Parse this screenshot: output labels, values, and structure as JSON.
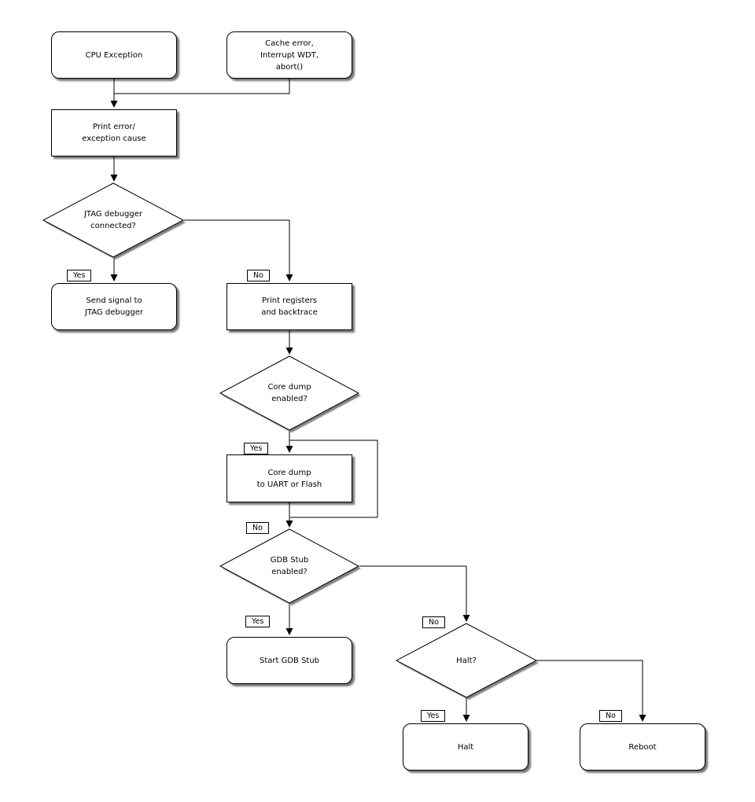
{
  "diagram": {
    "background_color": "#ffffff",
    "line_color": "#000000",
    "shadow_color": "#808080",
    "node_fill": "#ffffff"
  },
  "nodes": {
    "cpu_exception": {
      "label": "CPU Exception",
      "shape": "rounded"
    },
    "cache_error": {
      "label": "Cache error,\nInterrupt WDT,\nabort()",
      "shape": "rounded"
    },
    "print_error": {
      "label": "Print error/\nexception cause",
      "shape": "rect"
    },
    "jtag_connected": {
      "label": "JTAG debugger\nconnected?",
      "shape": "diamond"
    },
    "send_signal": {
      "label": "Send signal to\nJTAG debugger",
      "shape": "rounded"
    },
    "print_registers": {
      "label": "Print registers\nand backtrace",
      "shape": "rect"
    },
    "core_dump_enabled": {
      "label": "Core dump\nenabled?",
      "shape": "diamond"
    },
    "core_dump": {
      "label": "Core dump\nto UART or Flash",
      "shape": "rect"
    },
    "gdb_stub_enabled": {
      "label": "GDB Stub\nenabled?",
      "shape": "diamond"
    },
    "start_gdb_stub": {
      "label": "Start GDB Stub",
      "shape": "rounded"
    },
    "halt_question": {
      "label": "Halt?",
      "shape": "diamond"
    },
    "halt": {
      "label": "Halt",
      "shape": "rounded"
    },
    "reboot": {
      "label": "Reboot",
      "shape": "rounded"
    }
  },
  "edge_labels": {
    "yes": "Yes",
    "no": "No"
  }
}
